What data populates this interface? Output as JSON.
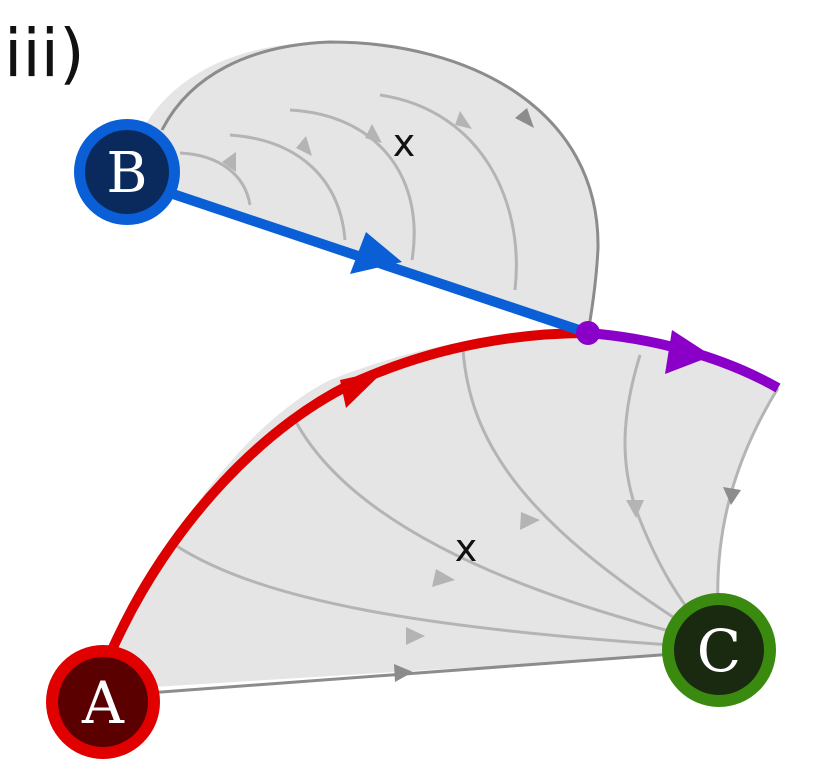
{
  "panel_label": "iii)",
  "nodes": {
    "a": {
      "label": "A",
      "fill": "#5a0000",
      "ring": "#e00000"
    },
    "b": {
      "label": "B",
      "fill": "#0a2a5e",
      "ring": "#0a5fd6"
    },
    "c": {
      "label": "C",
      "fill": "#1a2a10",
      "ring": "#3a8a10"
    }
  },
  "markers": {
    "upper": "x",
    "lower": "x"
  },
  "colors": {
    "region_fill": "#e5e5e5",
    "flow_line": "#b4b4b4",
    "boundary_line": "#8c8c8c",
    "path_b_to_saddle": "#0a5fd6",
    "path_a_to_saddle": "#dd0000",
    "path_saddle_out": "#8a00c8",
    "saddle_point": "#8a00c8"
  }
}
